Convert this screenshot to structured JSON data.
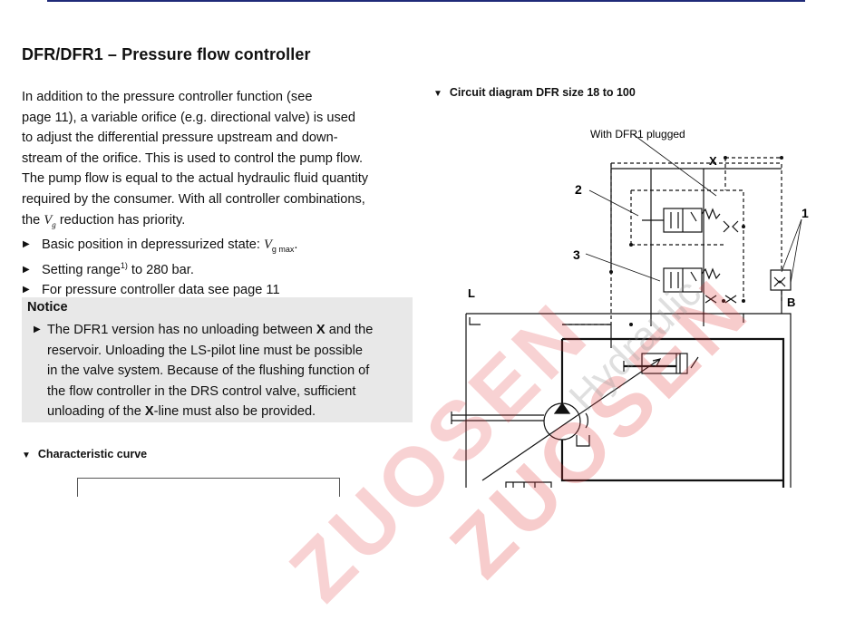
{
  "page": {
    "title": "DFR/DFR1 – Pressure flow controller"
  },
  "intro": {
    "lines": [
      "In addition to the pressure controller function (see",
      "page 11), a variable orifice (e.g. directional valve) is used",
      "to adjust the differential pressure upstream and down-",
      "stream of the orifice. This is used to control the pump flow.",
      "The pump flow is equal to the actual hydraulic fluid quantity",
      "required by the consumer. With all controller combinations,"
    ],
    "last_line_prefix": "the ",
    "last_line_symbol": "V",
    "last_line_symbol_sub": "g",
    "last_line_suffix": " reduction has priority."
  },
  "bullets": {
    "item1_text": "Basic position in depressurized state: ",
    "item1_symbol": "V",
    "item1_symbol_sub": "g max",
    "item1_end": ".",
    "item2_prefix": "Setting range",
    "item2_sup": "1)",
    "item2_suffix": " to 280 bar.",
    "item3_text": "For pressure controller data see page 11"
  },
  "notice": {
    "title": "Notice",
    "line1_a": "The DFR1 version has no unloading between ",
    "line1_b": "X",
    "line1_c": " and the",
    "line2": "reservoir. Unloading the LS-pilot line must be possible",
    "line3": "in the valve system. Because of the flushing function of",
    "line4": "the flow controller in the DRS control valve, sufficient",
    "line5_a": "unloading of the ",
    "line5_b": "X",
    "line5_c": "-line must also be provided."
  },
  "sections": {
    "characteristic_curve": "Characteristic curve",
    "circuit_diagram": "Circuit diagram DFR size 18 to 100"
  },
  "diagram": {
    "annotation": "With DFR1 plugged",
    "label_x": "X",
    "label_2": "2",
    "label_3": "3",
    "label_1": "1",
    "label_l": "L",
    "label_b": "B"
  },
  "watermark": {
    "brand": "ZUOSEN",
    "sub": "Hydraulic",
    "color": "#e0373a"
  }
}
